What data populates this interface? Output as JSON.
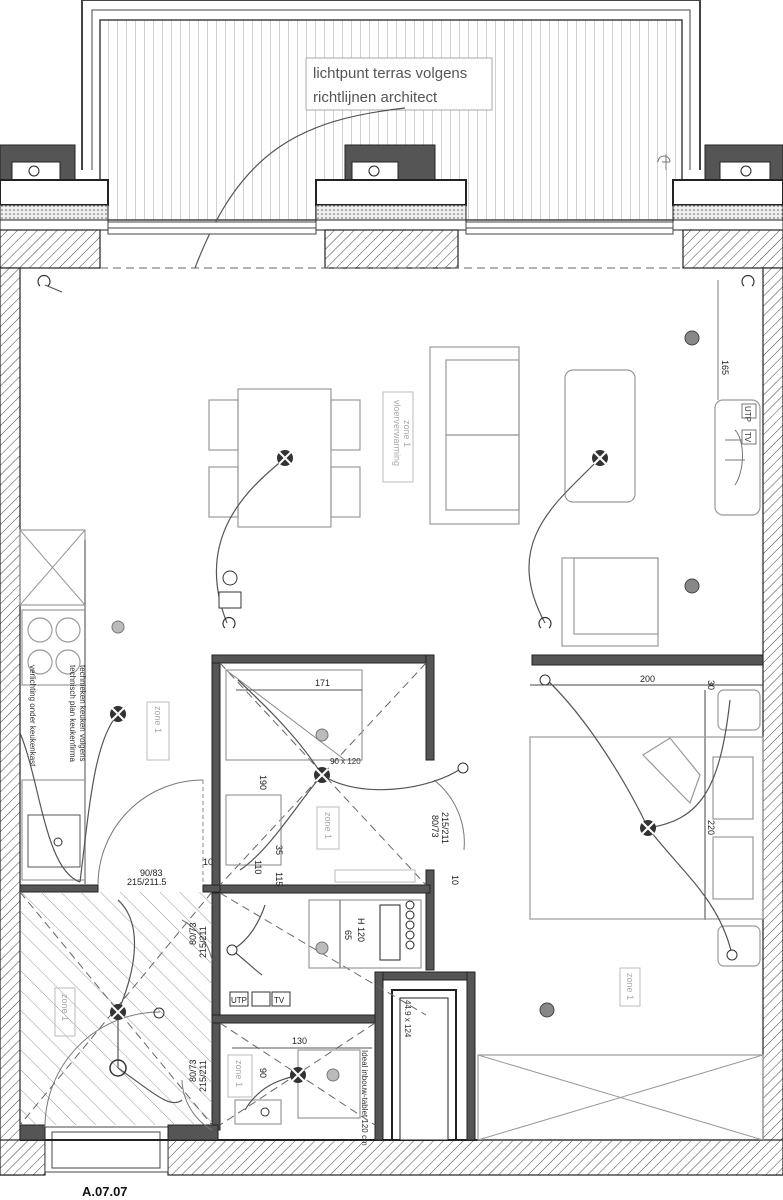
{
  "annotations": {
    "terrace_note_line1": "lichtpunt terras volgens",
    "terrace_note_line2": "richtlijnen architect",
    "kitchen_note_1": "technieken keuken volgens",
    "kitchen_note_2": "technisch plan keukenfirma",
    "kitchen_note_3": "verlichting onder keukenkast",
    "floor_heating": "vloerverwarming",
    "shower_size": "90 x 120",
    "tub_size": "44.9 x 124",
    "tablet_note": "Ideal inbouw-tablet 120 cm",
    "unit_label": "A.07.07"
  },
  "zones": {
    "living": "zone 1",
    "kitchen": "zone 1",
    "bath": "zone 1",
    "hall": "zone 1",
    "wc": "zone 1",
    "bedroom": "zone 1"
  },
  "dimensions": {
    "d165": "165",
    "d171": "171",
    "d190": "190",
    "d200": "200",
    "d30": "30",
    "d220": "220",
    "d35": "35",
    "d10a": "10",
    "d10b": "10",
    "d115": "115",
    "d110": "110",
    "d65": "65",
    "h120": "H 120",
    "d130": "130",
    "d90": "90",
    "door_kitchen_1": "90/83",
    "door_kitchen_2": "215/211.5",
    "door_bath_1": "80/73",
    "door_bath_2": "215/211",
    "door_hall_1": "80/73",
    "door_hall_2": "215/211",
    "door_wc_1": "80/73",
    "door_wc_2": "215/211"
  },
  "outlets": {
    "utp": "UTP",
    "tv": "TV",
    "utp2": "UTP",
    "tv2": "TV"
  }
}
